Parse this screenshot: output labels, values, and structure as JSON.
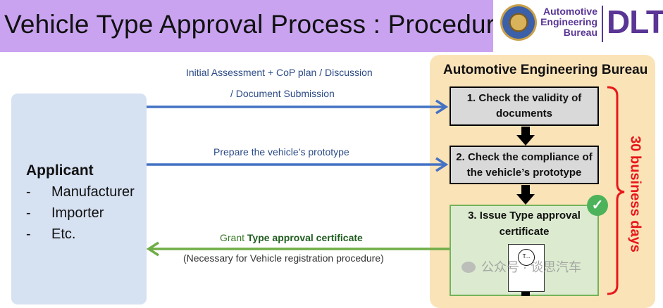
{
  "header": {
    "title": "Vehicle Type Approval Process : Procedure",
    "logo": {
      "org_lines": [
        "Automotive",
        "Engineering",
        "Bureau"
      ],
      "short": "DLT"
    }
  },
  "applicant": {
    "title": "Applicant",
    "items": [
      {
        "dash": "-",
        "label": "Manufacturer"
      },
      {
        "dash": "-",
        "label": "Importer"
      },
      {
        "dash": "-",
        "label": "Etc."
      }
    ]
  },
  "bureau": {
    "title": "Automotive Engineering Bureau",
    "steps": [
      {
        "line1": "1. Check the validity of",
        "line2": "documents"
      },
      {
        "line1": "2. Check the compliance of",
        "line2": "the vehicle’s prototype"
      },
      {
        "line1": "3. Issue Type approval",
        "line2": "certificate"
      }
    ],
    "duration": "30 business days"
  },
  "flows": {
    "arrow1_line1": "Initial Assessment + CoP plan / Discussion",
    "arrow1_line2": "/ Document Submission",
    "arrow2": "Prepare the vehicle’s prototype",
    "grant_prefix": "Grant ",
    "grant_bold": "Type approval certificate",
    "grant_note": "(Necessary for Vehicle registration procedure)"
  },
  "watermark": "公众号 · 谈思汽车",
  "colors": {
    "title_bg": "#c9a3f0",
    "brand_purple": "#5a3596",
    "applicant_bg": "#d6e1f2",
    "bureau_bg": "#fbe3b8",
    "step_gray": "#d9d9d9",
    "step_green": "#dcebd0",
    "arrow_blue": "#4472c4",
    "arrow_green": "#70ad47",
    "red": "#e8171a"
  }
}
